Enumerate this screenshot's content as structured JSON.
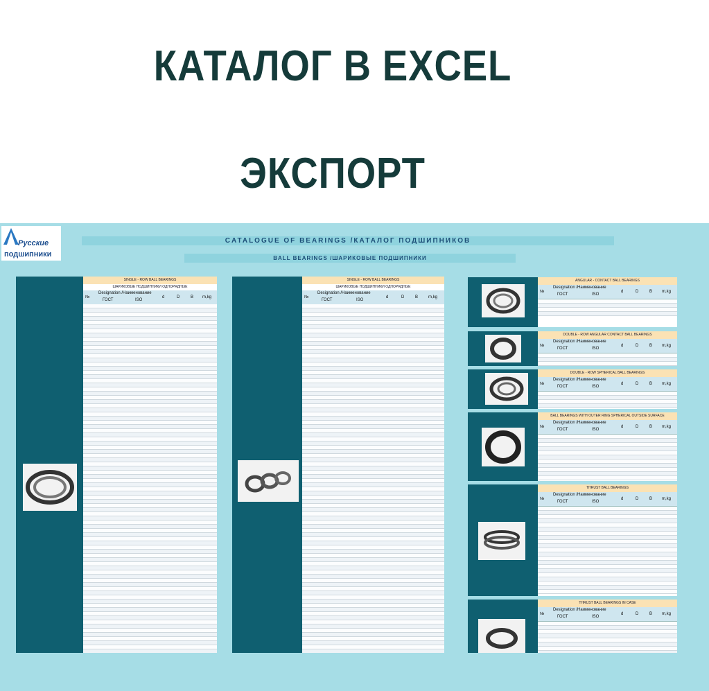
{
  "headline": {
    "line1": "КАТАЛОГ В EXCEL",
    "line2": "ЭКСПОРТ"
  },
  "logo": {
    "line1": "Русские",
    "line2": "подшипники"
  },
  "banner": {
    "main": "CATALOGUE OF BEARINGS /КАТАЛОГ ПОДШИПНИКОВ",
    "sub": "BALL BEARINGS /ШАРИКОВЫЕ ПОДШИПНИКИ"
  },
  "columns": {
    "no": "№",
    "designation": "Designation /Наименование",
    "gost": "ГОСТ",
    "iso": "ISO",
    "d": "d",
    "D": "D",
    "B": "B",
    "mass": "m,kg"
  },
  "sections": {
    "single": {
      "title": "SINGLE - ROW BALL BEARINGS",
      "subtitle": "ШАРИКОВЫЕ ПОДШИПНИКИ ОДНОРЯДНЫЕ"
    },
    "angular": {
      "title": "ANGULAR - CONTACT BALL BEARINGS"
    },
    "double_angular": {
      "title": "DOUBLE - ROW ANGULAR CONTACT BALL BEARINGS"
    },
    "double_spherical": {
      "title": "DOUBLE - ROW SPHERICAL BALL BEARINGS"
    },
    "outer_ring": {
      "title": "BALL BEARINGS WITH OUTER RING SPHERICAL OUTSIDE SURFACE"
    },
    "thrust": {
      "title": "THRUST BALL BEARINGS"
    },
    "thrust_case": {
      "title": "THRUST BALL BEARINGS IN CASE"
    }
  }
}
